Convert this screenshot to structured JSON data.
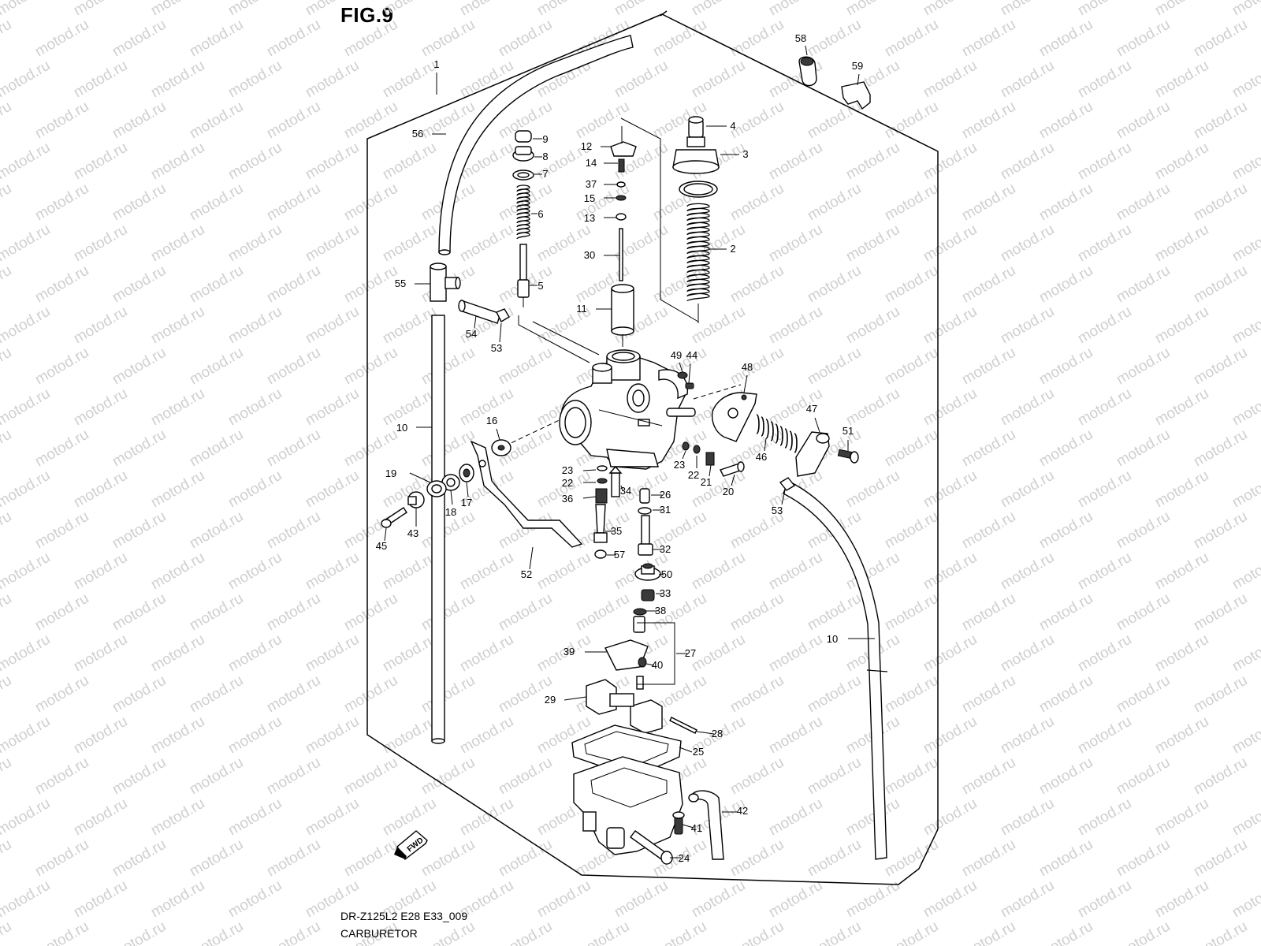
{
  "figure": {
    "title": "FIG.9",
    "model_code": "DR-Z125L2 E28 E33_009",
    "name": "CARBURETOR"
  },
  "watermark": {
    "text": "motod.ru",
    "color": "#cfcfcf"
  },
  "fwd_label": "FWD",
  "callouts": [
    "1",
    "2",
    "3",
    "4",
    "5",
    "6",
    "7",
    "8",
    "9",
    "10",
    "10",
    "11",
    "12",
    "13",
    "14",
    "15",
    "16",
    "17",
    "18",
    "19",
    "20",
    "21",
    "22",
    "22",
    "23",
    "23",
    "24",
    "25",
    "26",
    "27",
    "28",
    "29",
    "30",
    "31",
    "32",
    "33",
    "34",
    "35",
    "36",
    "37",
    "38",
    "39",
    "40",
    "41",
    "42",
    "43",
    "44",
    "45",
    "46",
    "47",
    "48",
    "49",
    "50",
    "51",
    "52",
    "53",
    "53",
    "54",
    "55",
    "56",
    "57",
    "58",
    "59"
  ]
}
